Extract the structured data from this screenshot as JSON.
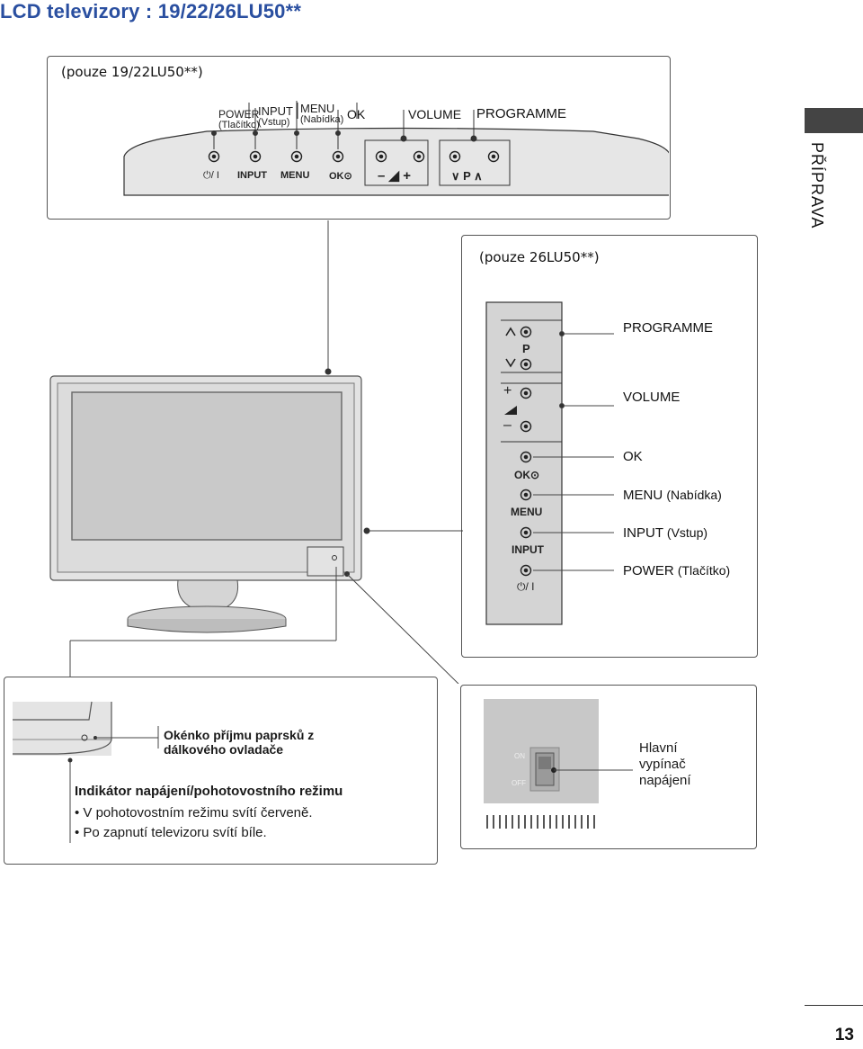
{
  "page": {
    "title": "LCD televizory : 19/22/26LU50**",
    "section_tab": "PŘÍPRAVA",
    "page_number": "13"
  },
  "top_panel": {
    "note": "(pouze 19/22LU50**)",
    "labels": {
      "power": "POWER",
      "power_sub": "(Tlačítko)",
      "input": "INPUT",
      "input_sub": "(Vstup)",
      "menu": "MENU",
      "menu_sub": "(Nabídka)",
      "ok": "OK",
      "volume": "VOLUME",
      "programme": "PROGRAMME"
    },
    "button_captions": {
      "power": "⏻/ I",
      "input": "INPUT",
      "menu": "MENU",
      "ok": "OK⊙",
      "volume": "– ◢ +",
      "programme": "∨ P ∧"
    }
  },
  "side_panel": {
    "note": "(pouze 26LU50**)",
    "captions": {
      "p": "P",
      "ok": "OK⊙",
      "menu": "MENU",
      "input": "INPUT",
      "power": "⏻/ I",
      "plus": "+",
      "minus": "–"
    },
    "labels": {
      "programme": "PROGRAMME",
      "volume": "VOLUME",
      "ok": "OK",
      "menu": "MENU",
      "menu_sub": "(Nabídka)",
      "input": "INPUT",
      "input_sub": "(Vstup)",
      "power": "POWER",
      "power_sub": "(Tlačítko)"
    }
  },
  "sensor_panel": {
    "remote_window": "Okénko příjmu paprsků z dálkového ovladače",
    "indicator_title": "Indikátor napájení/pohotovostního režimu",
    "bullets": [
      "• V  pohotovostním režimu svítí červeně.",
      "• Po zapnutí televizoru svítí bíle."
    ]
  },
  "switch_panel": {
    "switch_on": "ON",
    "switch_off": "OFF",
    "label": "Hlavní vypínač napájení"
  }
}
